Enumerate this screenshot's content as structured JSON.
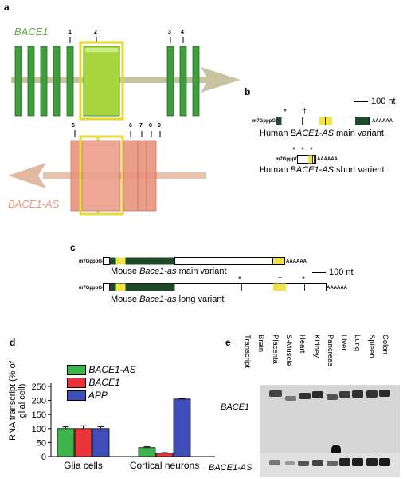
{
  "panels": {
    "a": "a",
    "b": "b",
    "c": "c",
    "d": "d",
    "e": "e"
  },
  "panel_a": {
    "gene_top": "BACE1",
    "gene_bottom": "BACE1-AS",
    "top_numbers": [
      "1",
      "2",
      "3",
      "4"
    ],
    "bottom_numbers": [
      "5",
      "6",
      "7",
      "8",
      "9"
    ],
    "colors": {
      "exon_green": "#3f9e3c",
      "exon6_fill": "#a6d53d",
      "as_exon": "#e8937f",
      "highlight": "#e6d52a",
      "arrow": "#c8c3a0"
    }
  },
  "panel_b": {
    "scale": "100 nt",
    "cap": "m7GpppG-",
    "polyA": "AAAAAA",
    "main_caption_prefix": "Human ",
    "main_caption_gene": "BACE1-AS",
    "main_caption_suffix": " main variant",
    "short_caption_prefix": "Human ",
    "short_caption_gene": "BACE1-AS",
    "short_caption_suffix": " short varient",
    "star": "*",
    "dagger": "†"
  },
  "panel_c": {
    "scale": "100 nt",
    "cap": "m7GpppG-",
    "polyA": "AAAAAA",
    "main_caption_prefix": "Mouse ",
    "main_caption_gene": "Bace1-as",
    "main_caption_suffix": " main variant",
    "long_caption_prefix": "Mouse ",
    "long_caption_gene": "Bace1-as",
    "long_caption_suffix": " long variant",
    "star": "*",
    "dagger": "†"
  },
  "chart_data": {
    "type": "bar",
    "ylabel": "RNA transcript (% of glial cell)",
    "categories": [
      "Glia cells",
      "Cortical neurons"
    ],
    "series": [
      {
        "name": "BACE1-AS",
        "color": "#3cb54a",
        "values": [
          100,
          32
        ]
      },
      {
        "name": "BACE1",
        "color": "#e8353a",
        "values": [
          100,
          12
        ]
      },
      {
        "name": "APP",
        "color": "#3f4db8",
        "values": [
          100,
          205
        ]
      }
    ],
    "errors": [
      [
        6,
        3
      ],
      [
        10,
        2
      ],
      [
        7,
        2
      ]
    ],
    "yticks": [
      "0",
      "50",
      "100",
      "150",
      "200",
      "250"
    ],
    "ylim": [
      0,
      250
    ]
  },
  "panel_e": {
    "lanes": [
      "Transcript",
      "Brain",
      "Placenta",
      "S-Muscle",
      "Heart",
      "Kidney",
      "Pancreas",
      "Liver",
      "Lung",
      "Spleen",
      "Colon"
    ],
    "row1": "BACE1",
    "row2": "BACE1-AS"
  }
}
